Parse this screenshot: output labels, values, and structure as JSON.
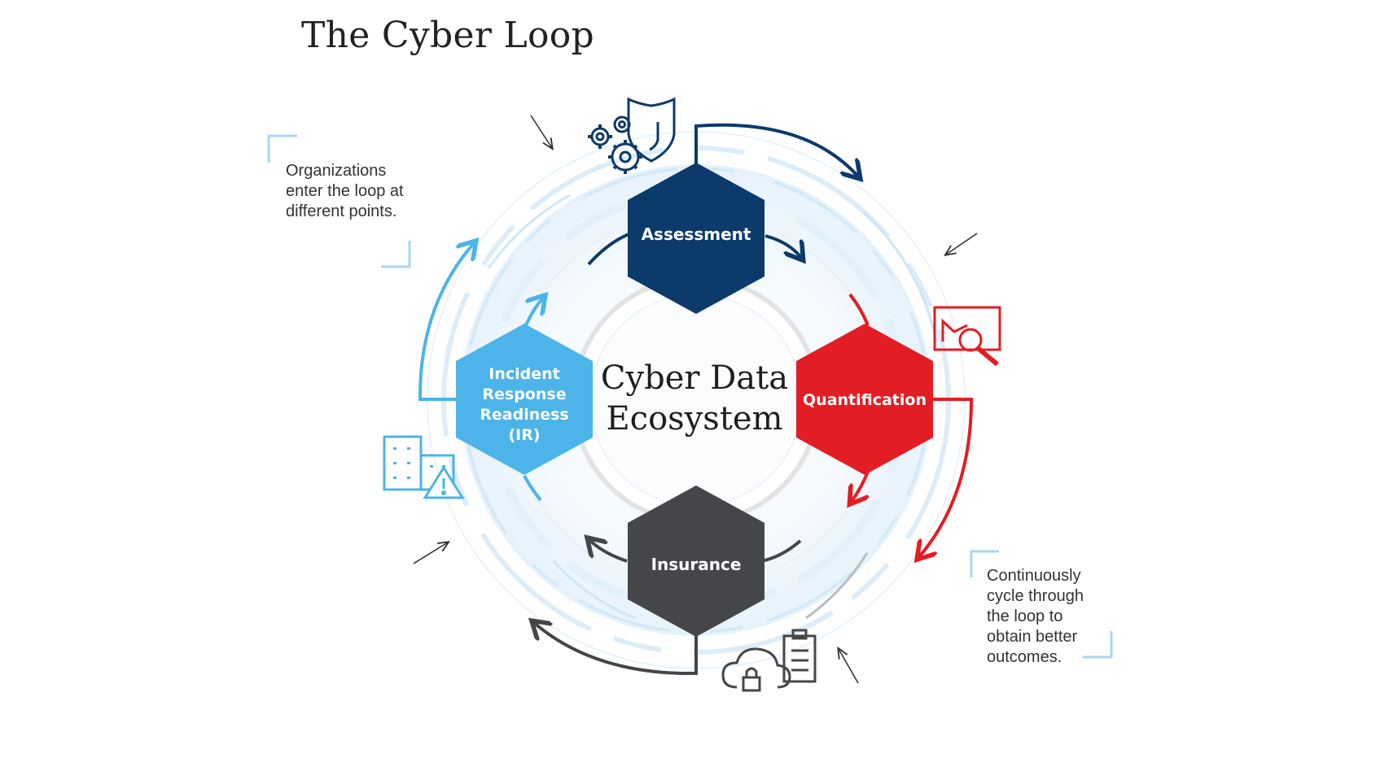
{
  "title": "The Cyber Loop",
  "center": {
    "line1": "Cyber Data",
    "line2": "Ecosystem"
  },
  "stages": {
    "assessment": {
      "label": "Assessment",
      "color": "#0c3a6b"
    },
    "quantification": {
      "label": "Quantification",
      "color": "#e31d24"
    },
    "insurance": {
      "label": "Insurance",
      "color": "#45464a"
    },
    "ir": {
      "lines": [
        "Incident",
        "Response",
        "Readiness",
        "(IR)"
      ],
      "color": "#4cb4e8"
    }
  },
  "notes": {
    "left": "Organizations enter the loop at different points.",
    "right": "Continuously cycle through the loop to obtain better outcomes."
  },
  "icons": {
    "assessment": "gears-shield-icon",
    "quantification": "chart-magnifier-icon",
    "insurance": "cloud-lock-clipboard-icon",
    "ir": "buildings-warning-icon"
  },
  "accent_colors": {
    "ring": "#cfe6f6",
    "bracket": "#a9d6f2",
    "pointer": "#333333"
  }
}
